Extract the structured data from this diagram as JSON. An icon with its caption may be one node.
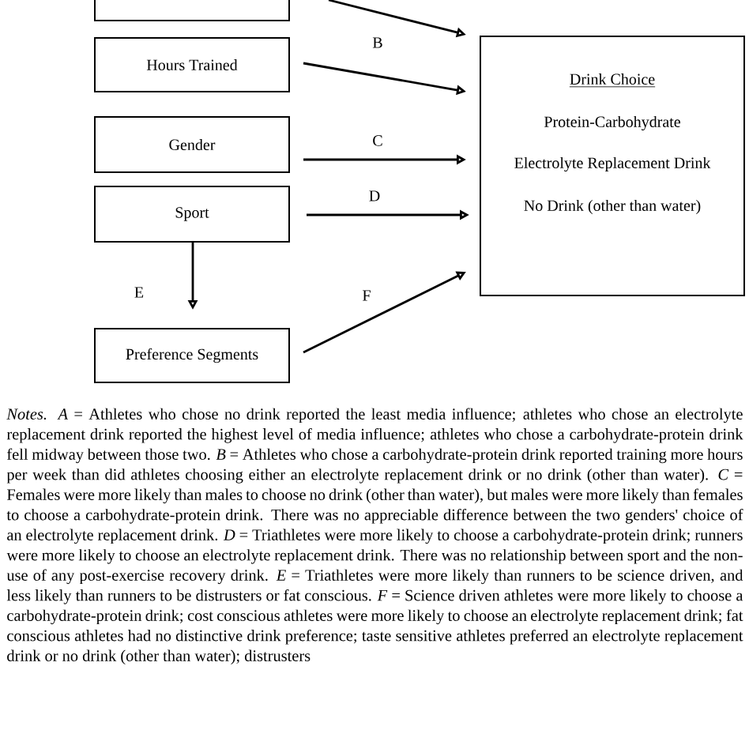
{
  "diagram": {
    "nodes": [
      {
        "text": [],
        "shape": "box"
      },
      {
        "text": [
          "Hours Trained"
        ]
      },
      {
        "text": [
          "Gender"
        ]
      },
      {
        "text": [
          "Sport"
        ]
      },
      {
        "text": [
          "Preference Segments"
        ]
      },
      {
        "text": [
          "Drink Choice",
          "Protein-Carbohydrate",
          "Electrolyte Replacement Drink",
          "No Drink (other than water)"
        ]
      }
    ],
    "edges": [
      {
        "from": 0,
        "to": 5,
        "arrow": "to"
      },
      {
        "from": 1,
        "to": 5,
        "arrow": "to",
        "label": "B"
      },
      {
        "from": 2,
        "to": 5,
        "arrow": "to",
        "label": "C"
      },
      {
        "from": 3,
        "to": 5,
        "arrow": "to",
        "label": "D"
      },
      {
        "from": 3,
        "to": 4,
        "arrow": "to",
        "label": "E"
      },
      {
        "from": 4,
        "to": 5,
        "arrow": "to",
        "label": "F"
      }
    ],
    "labels": [
      "*Notes. A* = Athletes who chose no drink reported the least media influence; athletes who chose an electrolyte replacement drink reported the highest level of media influence; athletes who chose a carbohydrate-protein drink fell midway between those two. *B* = Athletes who chose a carbohydrate-protein drink reported training more hours per week than did athletes choosing either an electrolyte replacement drink or no drink (other than water). *C* = Females were more likely than males to choose no drink (other than water), but males were more likely than females to choose a carbohydrate-protein drink. There was no appreciable difference between the two genders' choice of an electrolyte replacement drink. *D* = Triathletes were more likely to choose a carbohydrate-protein drink; runners were more likely to choose an electrolyte replacement drink. There was no relationship between sport and the non-use of any post-exercise recovery drink. *E* = Triathletes were more likely than runners to be science driven, and less likely than runners to be distrusters or fat conscious. *F* = Science driven athletes were more likely to choose a carbohydrate-protein drink; cost conscious athletes were more likely to choose an electrolyte replacement drink; fat conscious athletes had no distinctive drink preference; taste sensitive athletes preferred an electrolyte replacement drink or no drink (other than water); distrusters"
    ]
  }
}
